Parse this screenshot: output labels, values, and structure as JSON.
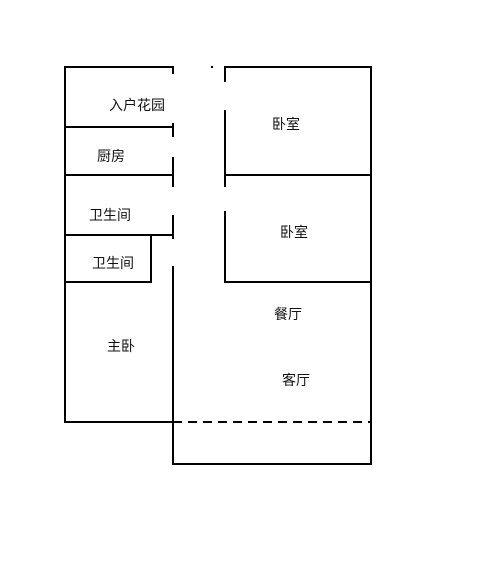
{
  "rooms": {
    "entrance_garden": "入户花园",
    "kitchen": "厨房",
    "bathroom_1": "卫生间",
    "bathroom_2": "卫生间",
    "master_bedroom": "主卧",
    "bedroom_1": "卧室",
    "bedroom_2": "卧室",
    "dining_room": "餐厅",
    "living_room": "客厅"
  },
  "colors": {
    "wall": "#000000",
    "background": "#ffffff",
    "text": "#111111"
  }
}
